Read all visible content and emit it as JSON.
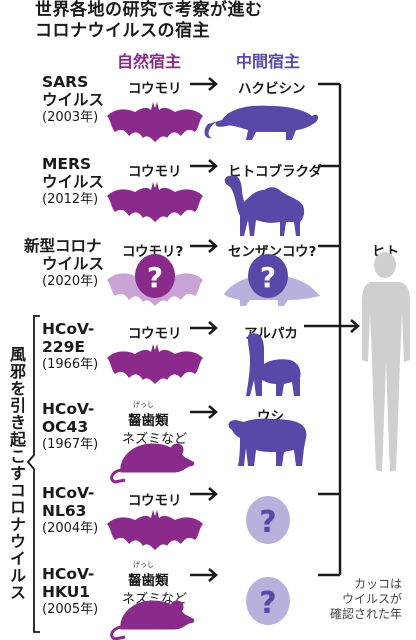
{
  "title_line1": "世界各地の研究で考察が進む",
  "title_line2": "コロナウイルスの宿主",
  "col_natural": "自然宿主",
  "col_intermediate": "中間宿主",
  "human_label": "ヒト",
  "group_label": "風邪を引き起こすコロナウイルス",
  "note_lines": [
    "カッコは",
    "ウイルスが",
    "確認された年"
  ],
  "rows": [
    {
      "name1": "SARS",
      "name2": "ウイルス",
      "year": "(2003年)",
      "natural": "コウモリ",
      "inter": "ハクビシン"
    },
    {
      "name1": "MERS",
      "name2": "ウイルス",
      "year": "(2012年)",
      "natural": "コウモリ",
      "inter": "ヒトコブラクダ"
    },
    {
      "name1": "新型コロナ",
      "name2": "ウイルス",
      "year": "(2020年)",
      "natural": "コウモリ?",
      "inter": "センザンコウ?"
    },
    {
      "name1": "HCoV-",
      "name2": "229E",
      "year": "(1966年)",
      "natural": "コウモリ",
      "inter": "アルパカ"
    },
    {
      "name1": "HCoV-",
      "name2": "OC43",
      "year": "(1967年)",
      "natural": "齧歯類",
      "natural_sub": "ネズミなど",
      "furigana": "げっし",
      "inter": "ウシ"
    },
    {
      "name1": "HCoV-",
      "name2": "NL63",
      "year": "(2004年)",
      "natural": "コウモリ",
      "inter": ""
    },
    {
      "name1": "HCoV-",
      "name2": "HKU1",
      "year": "(2005年)",
      "natural": "齧歯類",
      "natural_sub": "ネズミなど",
      "furigana": "げっし",
      "inter": ""
    }
  ],
  "colors": {
    "purple": "#8a2a8a",
    "violet": "#5a48a8",
    "light_purple": "#c9a2d6",
    "light_violet": "#b9b0dc",
    "gray": "#cfcfcf"
  }
}
